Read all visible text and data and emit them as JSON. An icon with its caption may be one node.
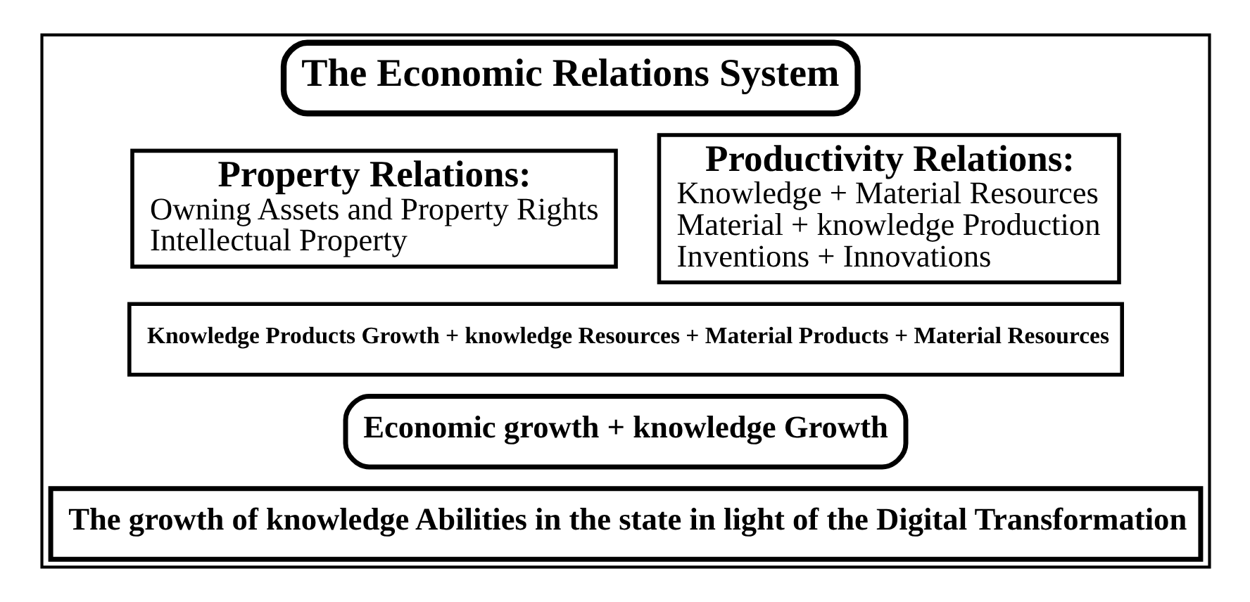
{
  "diagram": {
    "nodes": [
      {
        "text": [],
        "shape": "box"
      },
      {
        "text": [
          "The Economic Relations System"
        ],
        "in": 0
      },
      {
        "text": [
          "Property Relations:",
          "Owning Assets and Property Rights",
          "Intellectual Property"
        ],
        "in": 0
      },
      {
        "text": [
          "Productivity Relations:",
          "Knowledge + Material Resources",
          "Material + knowledge Production",
          "Inventions + Innovations"
        ],
        "in": 0
      },
      {
        "text": [
          "Knowledge Products Growth + knowledge Resources + Material Products + Material Resources"
        ],
        "in": 0
      },
      {
        "text": [
          "Economic growth + knowledge Growth"
        ],
        "in": 0
      },
      {
        "text": [
          "The growth of knowledge Abilities in the state in light of the Digital Transformation"
        ],
        "in": 0
      }
    ],
    "edges": []
  }
}
